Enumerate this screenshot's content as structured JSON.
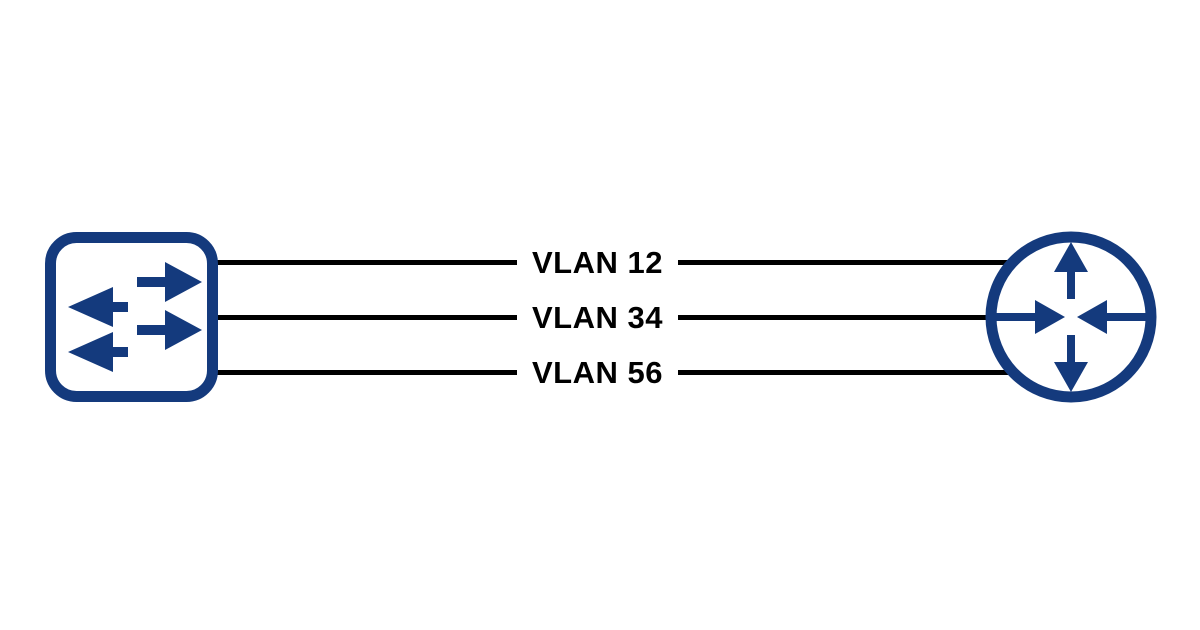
{
  "colors": {
    "background": "#ffffff",
    "accent": "#143a7d",
    "line": "#000000",
    "label_text": "#000000"
  },
  "devices": {
    "switch": {
      "icon": "switch-icon"
    },
    "router": {
      "icon": "router-icon"
    }
  },
  "links": [
    {
      "label": "VLAN 12"
    },
    {
      "label": "VLAN 34"
    },
    {
      "label": "VLAN 56"
    }
  ]
}
